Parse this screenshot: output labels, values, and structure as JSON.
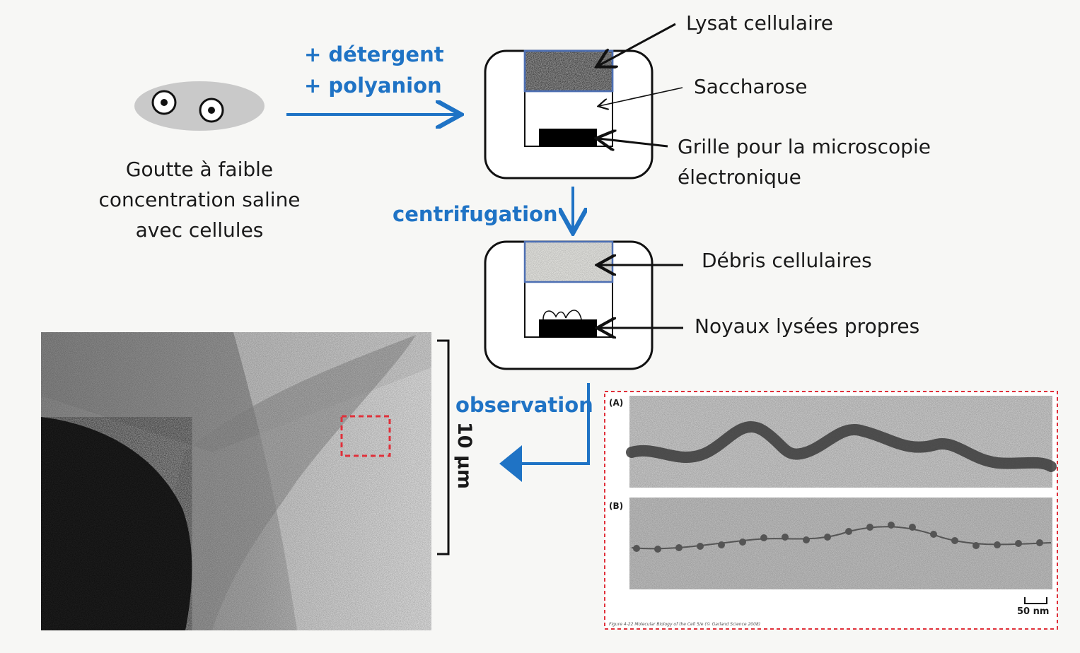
{
  "top": {
    "reagents": [
      "+ détergent",
      "+ polyanion"
    ],
    "drop_caption": [
      "Goutte à faible",
      "concentration saline",
      "avec cellules"
    ]
  },
  "tube1": {
    "labels": {
      "lysate": "Lysat cellulaire",
      "sucrose": "Saccharose",
      "grid": [
        "Grille pour la microscopie",
        "électronique"
      ]
    }
  },
  "step_centrifugation": "centrifugation",
  "tube2": {
    "labels": {
      "debris": "Débris cellulaires",
      "nuclei": "Noyaux lysées propres"
    }
  },
  "step_observation": "observation",
  "micrograph": {
    "scale_label": "10 µm"
  },
  "inset": {
    "panel_a": "(A)",
    "panel_b": "(B)",
    "scale": "50 nm",
    "credit": "Figure 4-22 Molecular Biology of the Cell 5/e (© Garland Science 2008)"
  },
  "colors": {
    "accent_blue": "#1f73c5",
    "frame_red": "#e0303a",
    "tube_band_border": "#4d6fb3"
  }
}
